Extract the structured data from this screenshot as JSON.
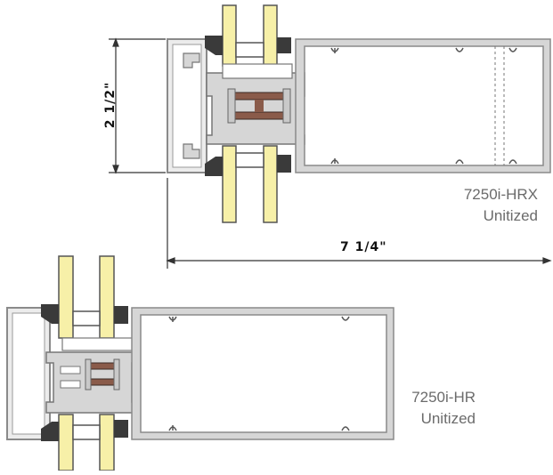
{
  "top_section": {
    "model": "7250i-HRX",
    "type": "Unitized",
    "height_dimension": "2 1/2\"",
    "depth_dimension": "7 1/4\""
  },
  "bottom_section": {
    "model": "7250i-HR",
    "type": "Unitized"
  },
  "colors": {
    "aluminum": "#d6d6d6",
    "aluminum_edge": "#8a8a8a",
    "glass": "#f7f0a8",
    "gasket": "#3a3a3a",
    "thermal_break": "#8a5b4a",
    "dimension_line": "#333333"
  }
}
